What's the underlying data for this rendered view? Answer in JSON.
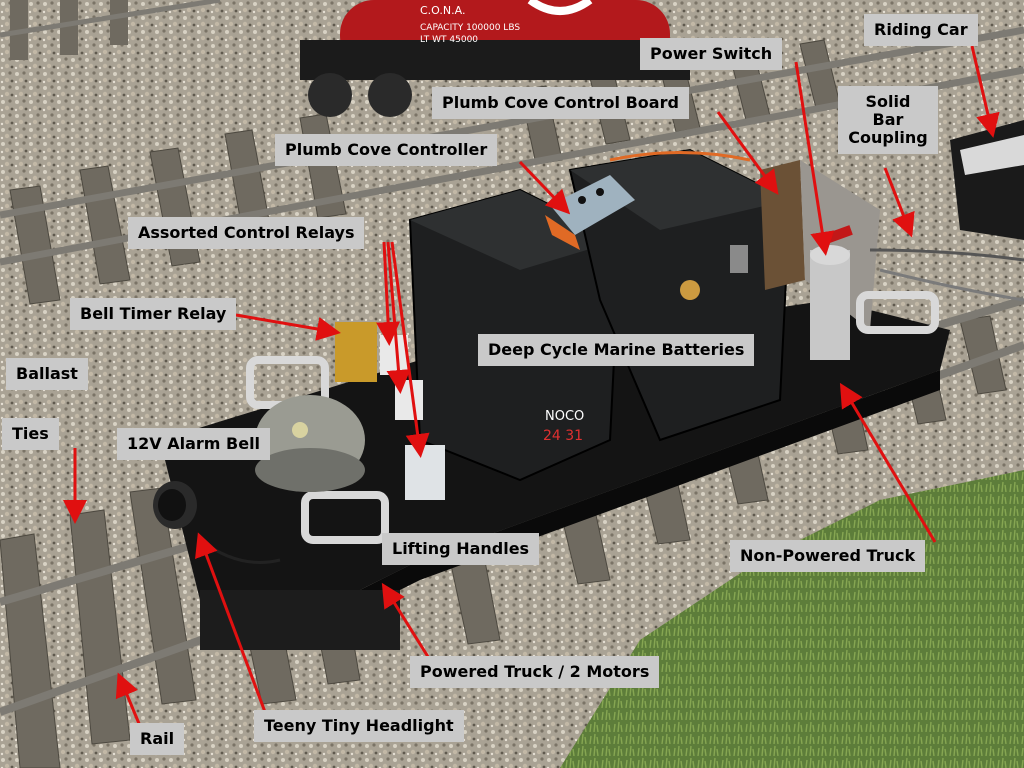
{
  "photo": {
    "subject": "ride-on scale locomotive on track",
    "colors": {
      "ballast": "#a9a294",
      "grass": "#5d7d3a",
      "deck": "#141414",
      "tank_car": "#b3191c",
      "battery": "#1e1f20",
      "tie": "#6f6a60",
      "rail": "#7d7a73"
    }
  },
  "tank_car_lettering": {
    "reporting": "C.O.N.A.",
    "capacity": "CAPACITY 100000 LBS",
    "weight": "LT WT   45000"
  },
  "battery_lettering": {
    "brand": "NOCO",
    "group": "24  31"
  },
  "labels": {
    "riding_car": "Riding Car",
    "power_switch": "Power Switch",
    "control_board": "Plumb Cove Control Board",
    "solid_bar_coupling": "Solid Bar Coupling",
    "controller": "Plumb Cove Controller",
    "control_relays": "Assorted Control Relays",
    "bell_timer_relay": "Bell Timer Relay",
    "marine_batteries": "Deep Cycle Marine Batteries",
    "ballast": "Ballast",
    "ties": "Ties",
    "alarm_bell": "12V Alarm Bell",
    "lifting_handles": "Lifting Handles",
    "non_powered_truck": "Non-Powered Truck",
    "powered_truck": "Powered Truck / 2 Motors",
    "headlight": "Teeny Tiny Headlight",
    "rail": "Rail"
  },
  "pointer_color": "#e01010"
}
